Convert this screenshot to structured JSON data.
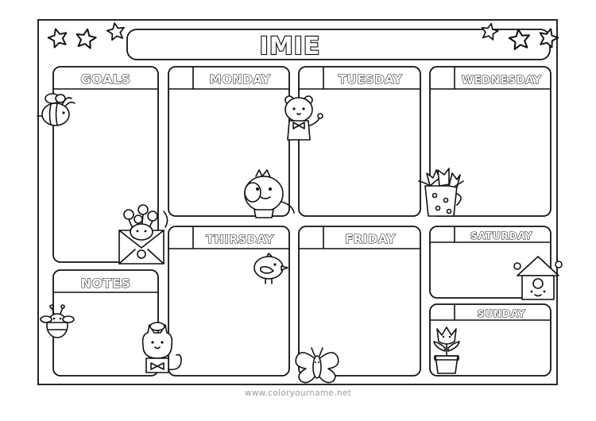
{
  "planner": {
    "title": "IMIE",
    "panels": {
      "goals": "GOALS",
      "notes": "NOTES",
      "monday": "MONDAY",
      "tuesday": "TUESDAY",
      "wednesday": "WEDNESDAY",
      "thirsday": "THIRSDAY",
      "friday": "FRIDAY",
      "saturday": "SATURDAY",
      "sunday": "SUNDAY"
    }
  },
  "watermark": "www.coloryourname.net"
}
